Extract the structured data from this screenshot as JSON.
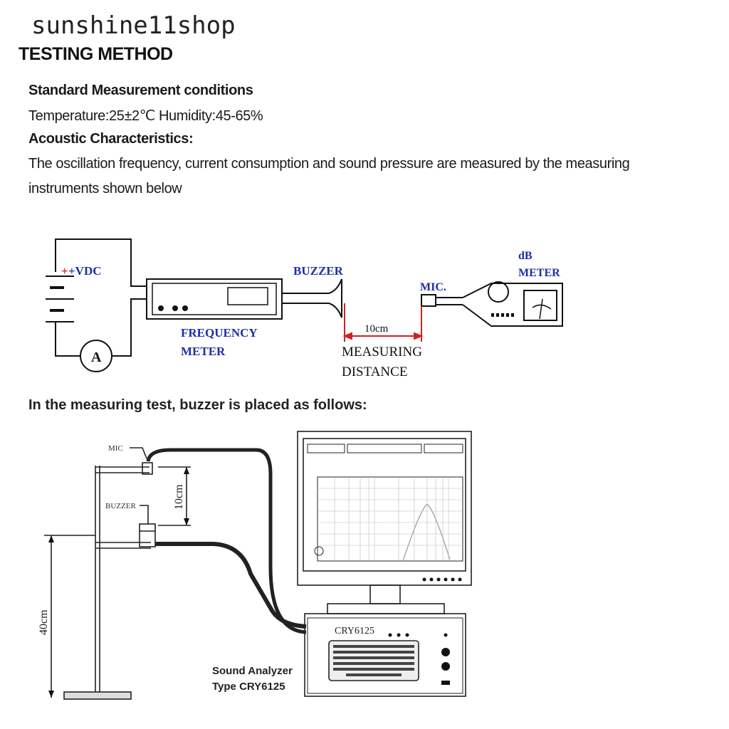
{
  "watermark": "sunshine11shop",
  "title": "TESTING METHOD",
  "standard_heading": "Standard Measurement conditions",
  "conditions": "Temperature:25±2℃  Humidity:45-65%",
  "acoustic_heading": "Acoustic Characteristics:",
  "description_line1": "The oscillation frequency, current consumption and sound pressure are measured by the measuring",
  "description_line2": "instruments shown below",
  "circuit": {
    "vdc": "+VDC",
    "ammeter": "A",
    "buzzer": "BUZZER",
    "frequency_meter_line1": "FREQUENCY",
    "frequency_meter_line2": "METER",
    "distance": "10cm",
    "measuring_line1": "MEASURING",
    "measuring_line2": "DISTANCE",
    "mic": "MIC.",
    "db_line1": "dB",
    "db_line2": "METER"
  },
  "placement_heading": "In the measuring test, buzzer is placed as follows:",
  "setup": {
    "mic": "MIC",
    "buzzer": "BUZZER",
    "gap": "10cm",
    "height": "40cm",
    "device_model": "CRY6125",
    "caption_line1": "Sound Analyzer",
    "caption_line2": "Type CRY6125"
  }
}
